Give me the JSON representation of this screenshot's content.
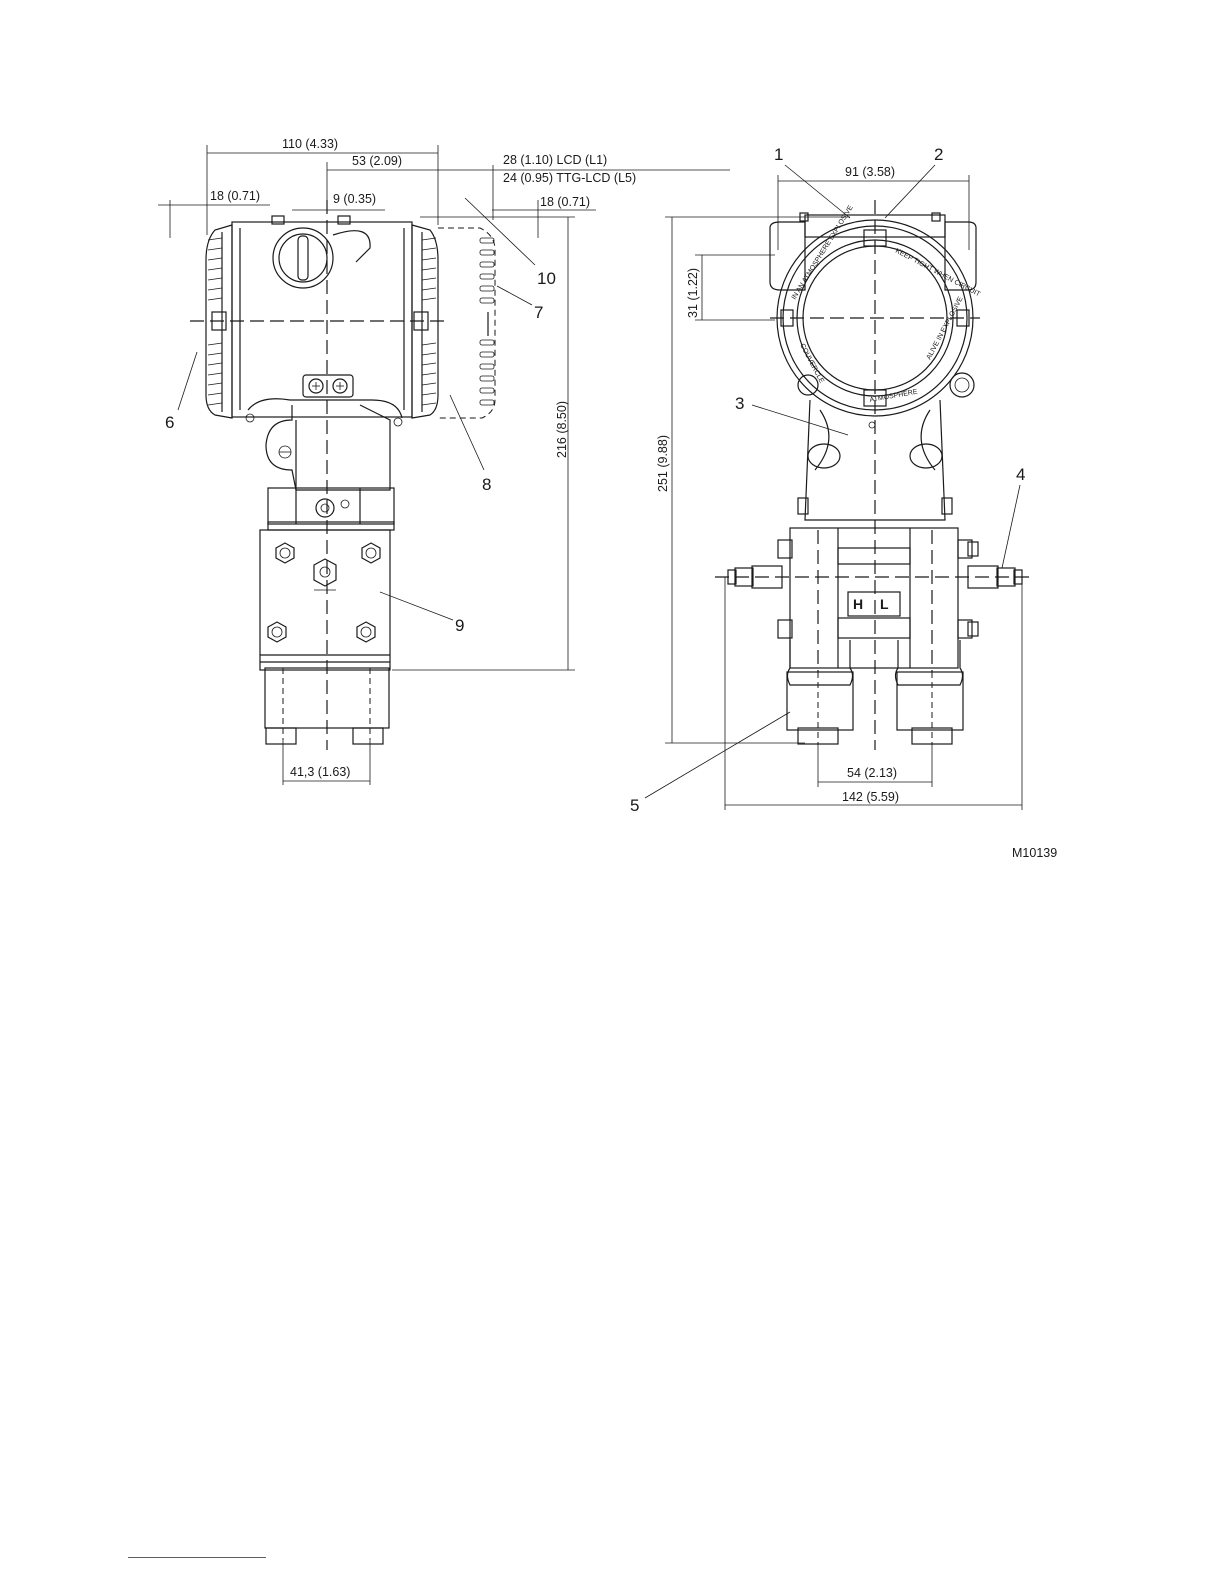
{
  "figure_id": "M10139",
  "side_view": {
    "dimensions": {
      "overall_width": "110 (4.33)",
      "housing_to_center": "53 (2.09)",
      "left_cover": "18 (0.71)",
      "window_offset": "9 (0.35)",
      "right_cover": "18 (0.71)",
      "lcd_l1": "28 (1.10) LCD (L1)",
      "ttg_lcd_l5": "24 (0.95) TTG-LCD (L5)",
      "height": "216 (8.50)",
      "base_width": "41,3 (1.63)"
    },
    "callouts": [
      "6",
      "7",
      "8",
      "9",
      "10"
    ]
  },
  "front_view": {
    "dimensions": {
      "housing_width": "91 (3.58)",
      "window_offset": "31 (1.22)",
      "height": "251 (9.88)",
      "flange_spacing": "54 (2.13)",
      "overall_width": "142 (5.59)"
    },
    "callouts": [
      "1",
      "2",
      "3",
      "4",
      "5"
    ],
    "cover_text": [
      "KEEP TIGHT WHEN CIRCUIT",
      "ALIVE IN EXPLOSIVE",
      "ATMOSPHERE",
      "IN AN ATMOSPHERE EXPLOSIVE",
      "COUVERCLE"
    ],
    "hl_labels": [
      "H",
      "L"
    ]
  }
}
